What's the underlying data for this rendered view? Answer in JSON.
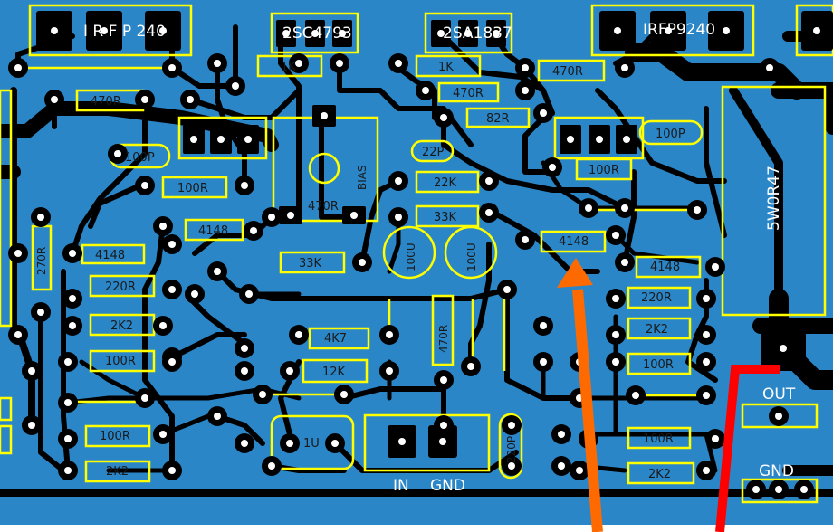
{
  "colors": {
    "board": "#2b86c8",
    "trace": "#000000",
    "silk": "#ffff00",
    "pad": "#ffffff",
    "orange_arrow": "#ff6a00",
    "red_line": "#ff0000"
  },
  "labels": {
    "irfp240": "I R F P 240",
    "irfp9240": "IRFP9240",
    "q_2sc4793": "2SC4793",
    "q_2sa1837": "2SA1837",
    "r_1k_a": "1K",
    "r_1k_b": "1K",
    "r_470r_a": "470R",
    "r_470r_b": "470R",
    "r_470r_c": "470R",
    "r_470r_d": "470R",
    "r_470r_e": "470R",
    "r_82r": "82R",
    "c_100p_a": "100P",
    "c_100p_b": "100P",
    "r_100r_a": "100R",
    "r_100r_b": "100R",
    "r_100r_c": "100R",
    "r_100r_d": "100R",
    "r_100r_e": "100R",
    "r_100r_f": "100R",
    "bias": "BIAS",
    "c_22p": "22P",
    "r_22k": "22K",
    "r_33k_a": "33K",
    "r_33k_b": "33K",
    "d_4148_a": "4148",
    "d_4148_b": "4148",
    "d_4148_c": "4148",
    "d_4148_d": "4148",
    "r_270r": "270R",
    "r_220r_a": "220R",
    "r_220r_b": "220R",
    "r_2k2_a": "2K2",
    "r_2k2_b": "2K2",
    "r_2k2_c": "2K2",
    "r_2k2_d": "2K2",
    "c_100u_a": "100U",
    "c_100u_b": "100U",
    "r_4k7": "4K7",
    "r_12k": "12K",
    "c_1u": "1U",
    "c_220p": "220P",
    "r_5w0r47": "5W0R47",
    "in": "IN",
    "gnd_in": "GND",
    "out": "OUT",
    "gnd_out": "GND"
  }
}
